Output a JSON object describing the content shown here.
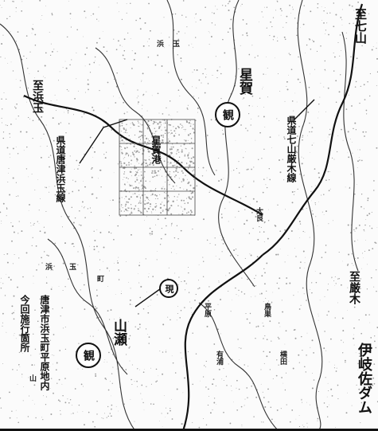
{
  "labels": {
    "shichi_yama": "至七山",
    "hamatama": "至浜玉",
    "hoshika": "星賀",
    "prefroad_shichiyama": "県道七山厳木線",
    "ouchi": "至厳木",
    "hoshika_kou": "星賀港",
    "prefroad_hamatama": "県道唐津浜玉線",
    "site_label": "今回施行箇所",
    "site_address": "唐津市浜玉町平原地内",
    "yamase": "山瀬",
    "dam": "伊岐佐ダム",
    "town": "町"
  },
  "markers": {
    "upper": "観",
    "middle": "現",
    "lower": "観"
  },
  "minor_labels": [
    "浜",
    "玉",
    "浜",
    "玉",
    "山",
    "平原",
    "鳥巣",
    "有浦",
    "横田",
    "大良"
  ]
}
